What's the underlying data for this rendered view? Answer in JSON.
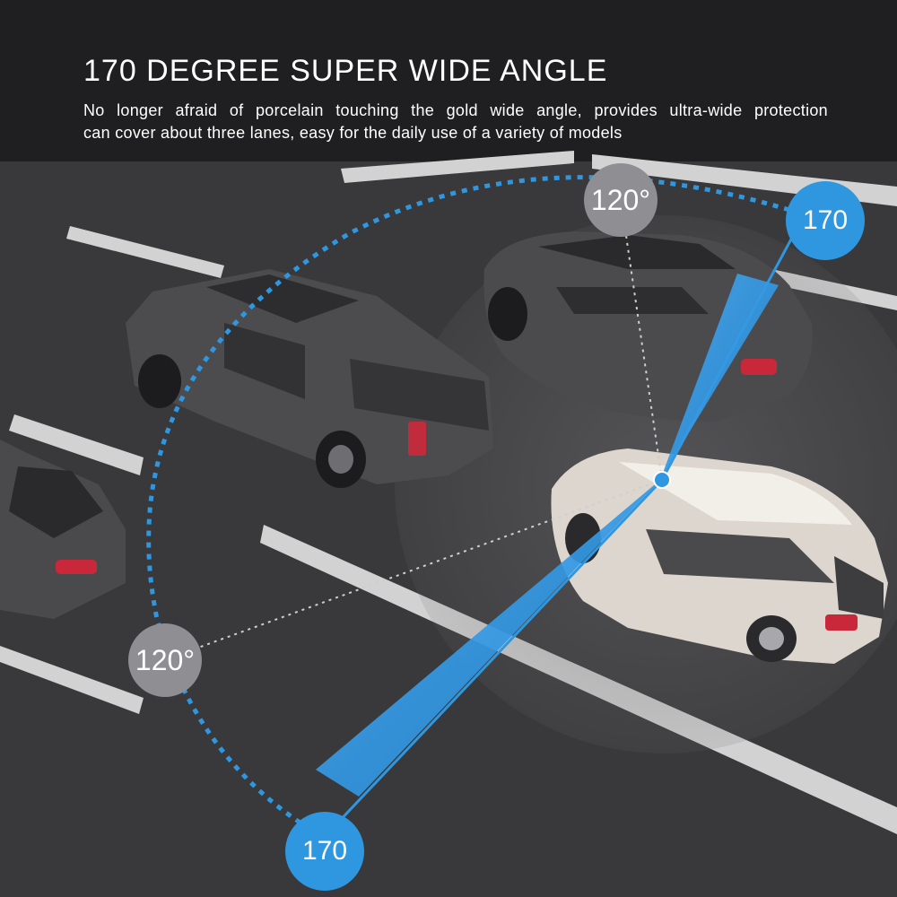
{
  "header": {
    "title": "170 DEGREE SUPER WIDE ANGLE",
    "subtitle_line1": "No longer afraid of porcelain touching the gold wide angle, provides ultra-wide protection",
    "subtitle_line2": "can cover about three lanes, easy for the daily use of a variety of models"
  },
  "labels": {
    "angle_top_gray": "120°",
    "angle_left_gray": "120°",
    "angle_top_blue": "170",
    "angle_bottom_blue": "170"
  },
  "colors": {
    "road": "#3a3a3c",
    "accent_blue": "#2f97e0",
    "badge_gray": "#8e8e93",
    "lane_marking": "#cfcfcf"
  }
}
